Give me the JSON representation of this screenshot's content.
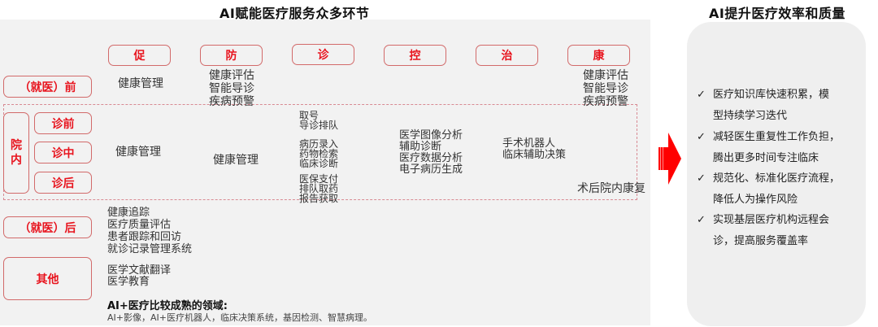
{
  "left_title": "AI赋能医疗服务众多环节",
  "right_title": "AI提升医疗效率和质量",
  "categories": [
    {
      "label": "促"
    },
    {
      "label": "防"
    },
    {
      "label": "诊"
    },
    {
      "label": "控"
    },
    {
      "label": "治"
    },
    {
      "label": "康"
    }
  ],
  "stages": {
    "pre": "（就医）前",
    "hospital": "院内",
    "hospital_sub": [
      "诊前",
      "诊中",
      "诊后"
    ],
    "post": "（就医）后",
    "other": "其他"
  },
  "pre_cells": {
    "cu": [
      "健康管理"
    ],
    "fang": [
      "健康评估",
      "智能导诊",
      "疾病预警"
    ],
    "kang": [
      "健康评估",
      "智能导诊",
      "疾病预警"
    ]
  },
  "hospital_cells": {
    "cu": [
      "健康管理"
    ],
    "fang": [
      "健康管理"
    ],
    "zhen_pre": [
      "取号",
      "导诊排队"
    ],
    "zhen_mid": [
      "病历录入",
      "药物检索",
      "临床诊断"
    ],
    "zhen_post": [
      "医保支付",
      "排队取药",
      "报告获取"
    ],
    "kong": [
      "医学图像分析",
      "辅助诊断",
      "医疗数据分析",
      "电子病历生成"
    ],
    "zhi": [
      "手术机器人",
      "临床辅助决策"
    ],
    "kang": [
      "术后院内康复"
    ]
  },
  "post_cells": [
    "健康追踪",
    "医疗质量评估",
    "患者跟踪和回访",
    "就诊记录管理系统"
  ],
  "other_cells": [
    "医学文献翻译",
    "医学教育"
  ],
  "mature": {
    "title": "AI+医疗比较成熟的领域:",
    "text": "AI+影像，AI+医疗机器人，临床决策系统，基因检测、智慧病理。"
  },
  "benefits": [
    {
      "check": "✓",
      "line1": "医疗知识库快速积累，模",
      "line2": "型持续学习迭代"
    },
    {
      "check": "✓",
      "line1": "减轻医生重复性工作负担，",
      "line2": "腾出更多时间专注临床"
    },
    {
      "check": "✓",
      "line1": "规范化、标准化医疗流程，",
      "line2": "降低人为操作风险"
    },
    {
      "check": "✓",
      "line1": "实现基层医疗机构远程会",
      "line2": "诊，提高服务覆盖率"
    }
  ],
  "colors": {
    "accent_red": "#e8141e",
    "box_border": "#d26a6a",
    "dashed_border": "#d88a93",
    "panel_bg": "#f2f2f2",
    "arrow": "#ff0000"
  }
}
